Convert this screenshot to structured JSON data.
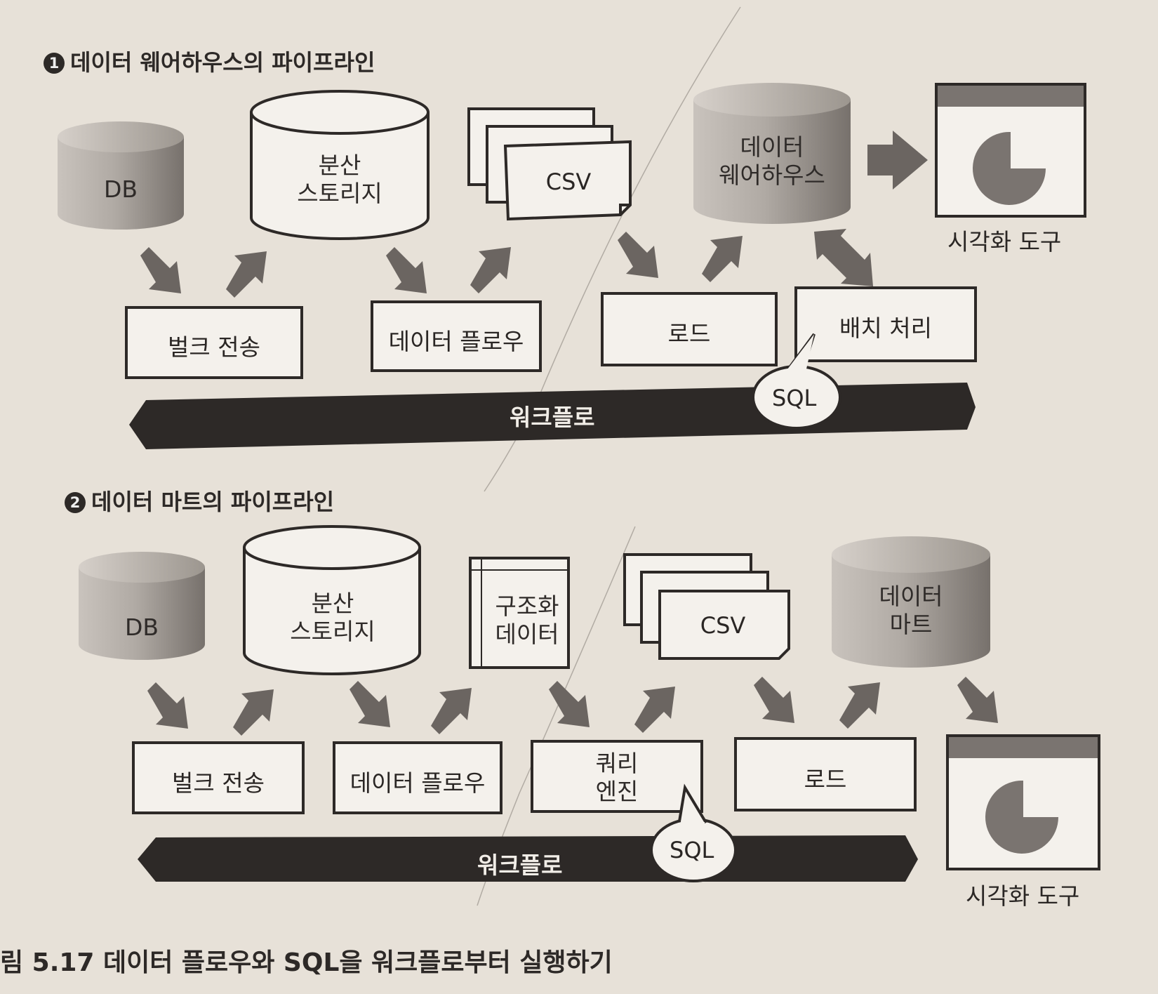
{
  "pipelines": [
    {
      "number": "1",
      "title": "데이터 웨어하우스의 파이프라인",
      "sources": {
        "db": "DB",
        "storage": [
          "분산",
          "스토리지"
        ],
        "csv": "CSV"
      },
      "target": [
        "데이터",
        "웨어하우스"
      ],
      "tool": "시각화 도구",
      "steps": [
        "벌크 전송",
        "데이터 플로우",
        "로드",
        "배치 처리"
      ],
      "workflow": "워크플로",
      "sql": "SQL"
    },
    {
      "number": "2",
      "title": "데이터 마트의 파이프라인",
      "sources": {
        "db": "DB",
        "storage": [
          "분산",
          "스토리지"
        ],
        "structured": [
          "구조화",
          "데이터"
        ],
        "csv": "CSV"
      },
      "target": [
        "데이터",
        "마트"
      ],
      "tool": "시각화 도구",
      "steps": [
        "벌크 전송",
        "데이터 플로우",
        [
          "쿼리",
          "엔진"
        ],
        "로드"
      ],
      "workflow": "워크플로",
      "sql": "SQL"
    }
  ],
  "caption": "림 5.17  데이터 플로우와 SQL을 워크플로부터 실행하기",
  "colors": {
    "paper": "#e7e1d8",
    "ink": "#2d2927",
    "arrow": "#6b6561",
    "cylinder_shaded": "#a29c97",
    "chart_header": "#7a7470",
    "pie": "#7a7470"
  }
}
